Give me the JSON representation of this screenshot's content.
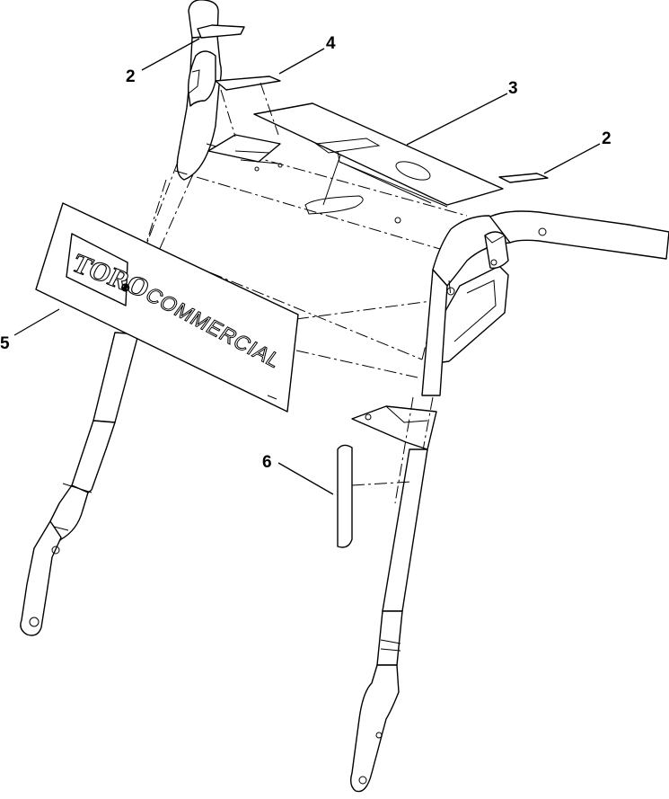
{
  "callouts": [
    {
      "id": "2",
      "label": "2"
    },
    {
      "id": "4",
      "label": "4"
    },
    {
      "id": "3",
      "label": "3"
    },
    {
      "id": "2b",
      "label": "2"
    },
    {
      "id": "5",
      "label": "5"
    },
    {
      "id": "6",
      "label": "6"
    }
  ],
  "decal": {
    "logo": "TORO",
    "registered_mark": "®",
    "brand": "COMMERCIAL"
  }
}
